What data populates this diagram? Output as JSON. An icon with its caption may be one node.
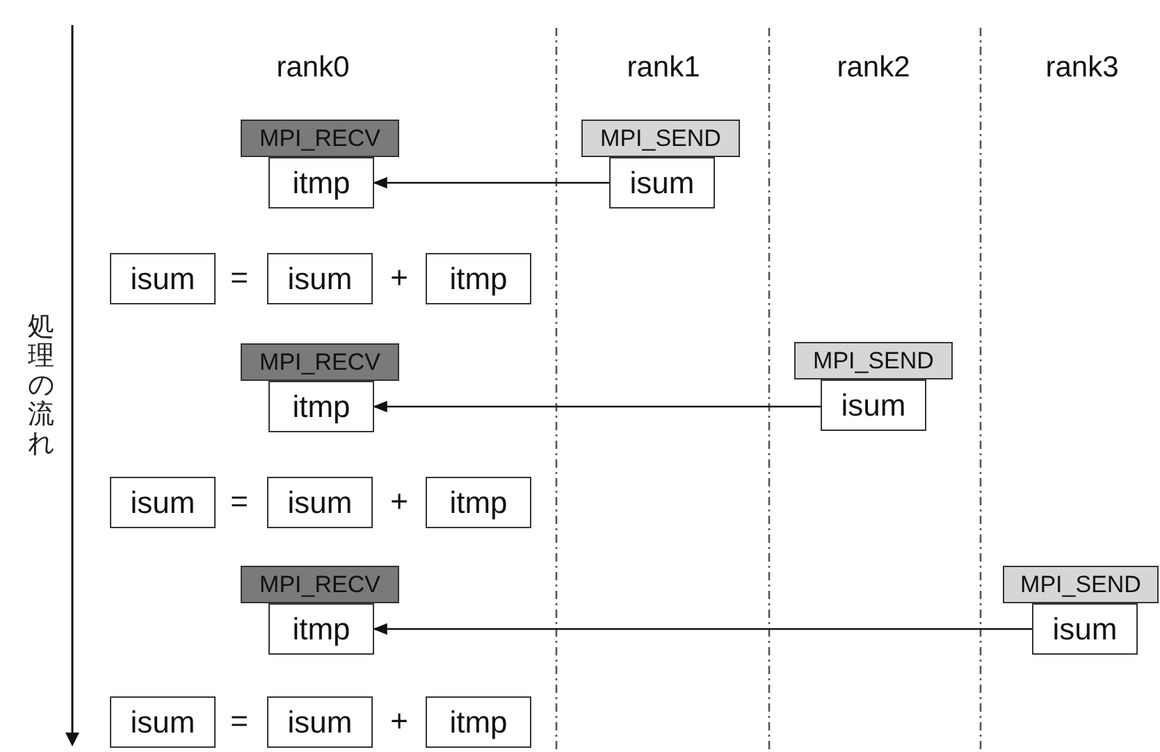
{
  "diagram": {
    "nodes": [
      {
        "text": [
          "MPI_RECV"
        ]
      },
      {
        "text": [
          "MPI_SEND"
        ]
      },
      {
        "text": [
          "itmp"
        ]
      },
      {
        "text": [
          "isum"
        ]
      },
      {
        "text": [
          "isum"
        ]
      },
      {
        "text": [
          "isum"
        ]
      },
      {
        "text": [
          "itmp"
        ]
      },
      {
        "text": [
          "MPI_RECV"
        ]
      },
      {
        "text": [
          "MPI_SEND"
        ]
      },
      {
        "text": [
          "itmp"
        ]
      },
      {
        "text": [
          "isum"
        ]
      },
      {
        "text": [
          "isum"
        ]
      },
      {
        "text": [
          "isum"
        ]
      },
      {
        "text": [
          "itmp"
        ]
      },
      {
        "text": [
          "MPI_RECV"
        ]
      },
      {
        "text": [
          "MPI_SEND"
        ]
      },
      {
        "text": [
          "itmp"
        ]
      },
      {
        "text": [
          "isum"
        ]
      },
      {
        "text": [
          "isum"
        ]
      },
      {
        "text": [
          "isum"
        ]
      },
      {
        "text": [
          "itmp"
        ]
      }
    ],
    "edges": [
      {
        "from": 3,
        "to": 2,
        "arrow": "to"
      },
      {
        "from": 10,
        "to": 9,
        "arrow": "to"
      },
      {
        "from": 17,
        "to": 16,
        "arrow": "to"
      }
    ],
    "labels": [
      "処理の流れ",
      "rank0",
      "rank1",
      "rank2",
      "rank3",
      "=",
      "+",
      "=",
      "+",
      "=",
      "+"
    ]
  }
}
